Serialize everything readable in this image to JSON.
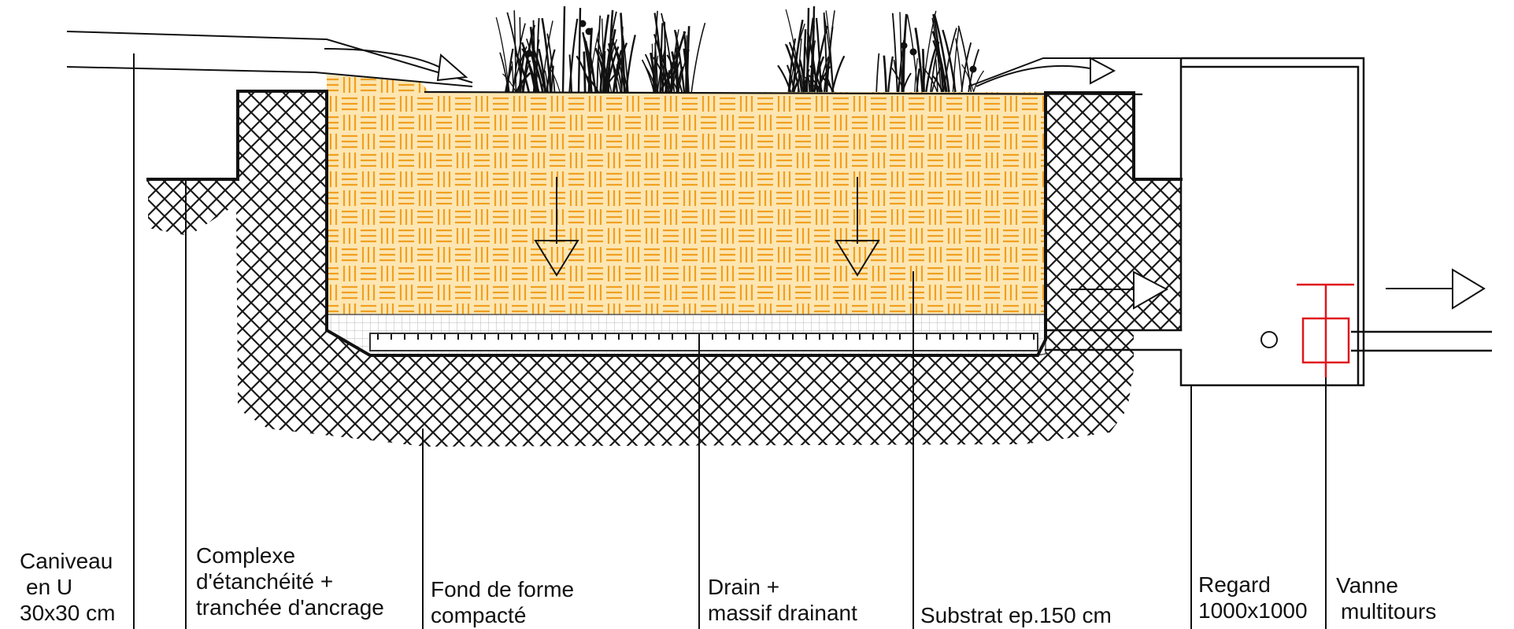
{
  "labels": {
    "caniveau": {
      "line1": "Caniveau",
      "line2": "en U",
      "line3": "30x30 cm"
    },
    "etancheite": {
      "line1": "Complexe",
      "line2": "d'étanchéité +",
      "line3": "tranchée d'ancrage"
    },
    "fond": {
      "line1": "Fond de forme",
      "line2": "compacté"
    },
    "drain": {
      "line1": "Drain +",
      "line2": "massif drainant"
    },
    "substrat": {
      "line1": "Substrat ep.150 cm"
    },
    "regard": {
      "line1": "Regard",
      "line2": "1000x1000"
    },
    "vanne": {
      "line1": "Vanne",
      "line2": "multitours"
    }
  },
  "colors": {
    "ink": "#111111",
    "substrate_bg": "#fcdfa0",
    "substrate_pattern": "#f0a020",
    "drain_grid": "#b8b8b8",
    "valve": "#e0161b",
    "hatch": "#1a1a1a"
  },
  "icons": [
    "plant-icon",
    "flow-arrow-icon",
    "infiltration-arrow-icon",
    "valve-icon"
  ]
}
